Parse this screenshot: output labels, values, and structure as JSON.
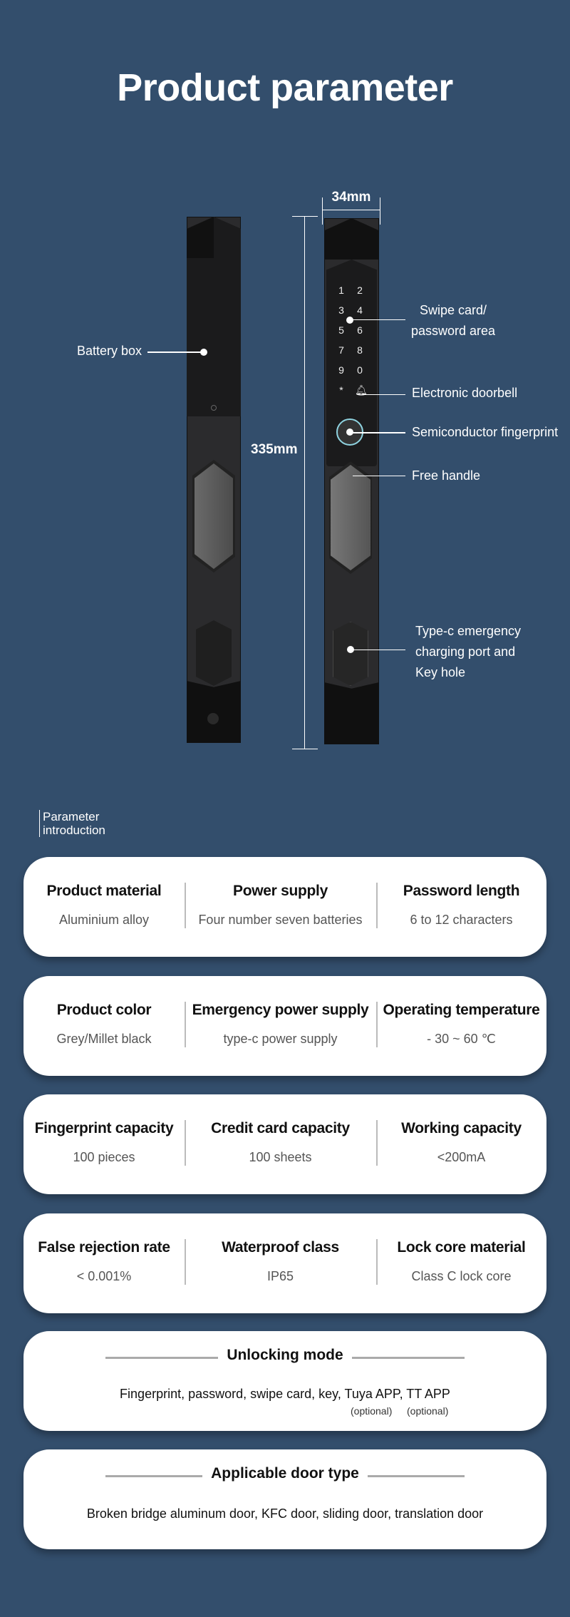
{
  "title": "Product parameter",
  "dimensions": {
    "width": "34mm",
    "height": "335mm"
  },
  "callouts": {
    "battery": "Battery box",
    "swipe": [
      "Swipe card/",
      "password area"
    ],
    "doorbell": "Electronic doorbell",
    "fingerprint": "Semiconductor fingerprint",
    "handle": "Free handle",
    "typec": [
      "Type-c emergency",
      "charging port and",
      "Key hole"
    ]
  },
  "keypad": [
    "1",
    "2",
    "3",
    "4",
    "5",
    "6",
    "7",
    "8",
    "9",
    "0",
    "*"
  ],
  "intro": [
    "Parameter",
    "introduction"
  ],
  "cards": [
    [
      {
        "h": "Product material",
        "v": "Aluminium alloy"
      },
      {
        "h": "Power supply",
        "v": "Four number seven batteries"
      },
      {
        "h": "Password length",
        "v": "6 to 12 characters"
      }
    ],
    [
      {
        "h": "Product color",
        "v": "Grey/Millet black"
      },
      {
        "h": "Emergency power supply",
        "v": "type-c power supply"
      },
      {
        "h": "Operating temperature",
        "v": "- 30 ~ 60 ℃"
      }
    ],
    [
      {
        "h": "Fingerprint capacity",
        "v": "100 pieces"
      },
      {
        "h": "Credit card capacity",
        "v": "100 sheets"
      },
      {
        "h": "Working capacity",
        "v": "<200mA"
      }
    ],
    [
      {
        "h": "False rejection rate",
        "v": "< 0.001%"
      },
      {
        "h": "Waterproof class",
        "v": "IP65"
      },
      {
        "h": "Lock core material",
        "v": "Class C lock core"
      }
    ]
  ],
  "unlocking": {
    "title": "Unlocking mode",
    "text": "Fingerprint, password, swipe card, key, Tuya APP, TT APP",
    "optional": [
      "(optional)",
      "(optional)"
    ]
  },
  "door": {
    "title": "Applicable door type",
    "text": "Broken bridge aluminum door, KFC door, sliding door, translation door"
  }
}
